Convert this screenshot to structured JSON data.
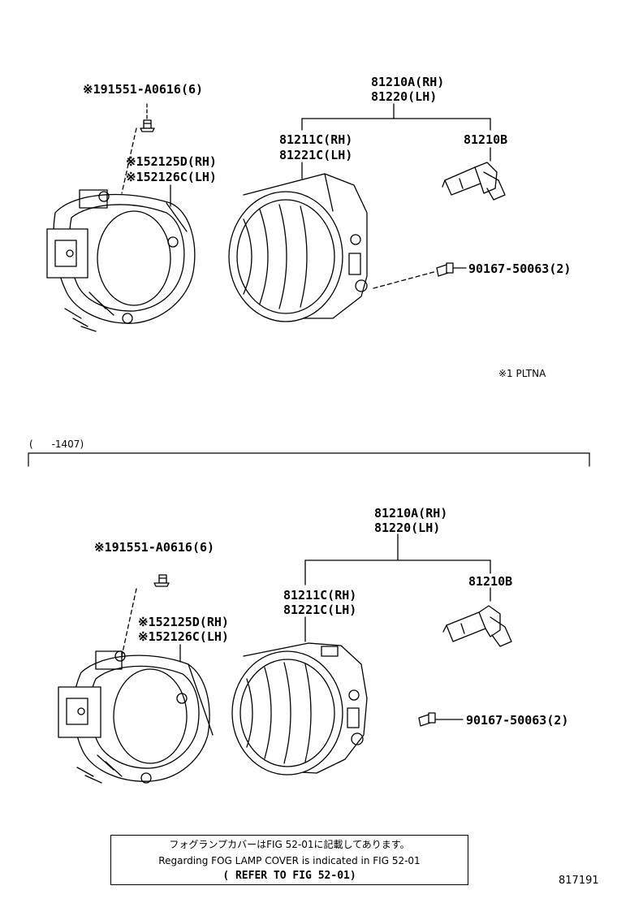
{
  "upper": {
    "bolt_label": "※191551-A0616(6)",
    "bracket_rh": "※152125D(RH)",
    "bracket_lh": "※152126C(LH)",
    "assy_rh": "81210A(RH)",
    "assy_lh": "81220(LH)",
    "lamp_rh": "81211C(RH)",
    "lamp_lh": "81221C(LH)",
    "bulb": "81210B",
    "screw": "90167-50063(2)"
  },
  "footnote": "※1 PLTNA",
  "range_label": "(      -1407)",
  "lower": {
    "bolt_label": "※191551-A0616(6)",
    "bracket_rh": "※152125D(RH)",
    "bracket_lh": "※152126C(LH)",
    "assy_rh": "81210A(RH)",
    "assy_lh": "81220(LH)",
    "lamp_rh": "81211C(RH)",
    "lamp_lh": "81221C(LH)",
    "bulb": "81210B",
    "screw": "90167-50063(2)"
  },
  "note": {
    "line1": "フォグランプカバーはFIG 52-01に記載してあります。",
    "line2": "Regarding FOG LAMP COVER is indicated in FIG 52-01",
    "line3": "( REFER TO FIG 52-01)"
  },
  "figure_id": "817191"
}
